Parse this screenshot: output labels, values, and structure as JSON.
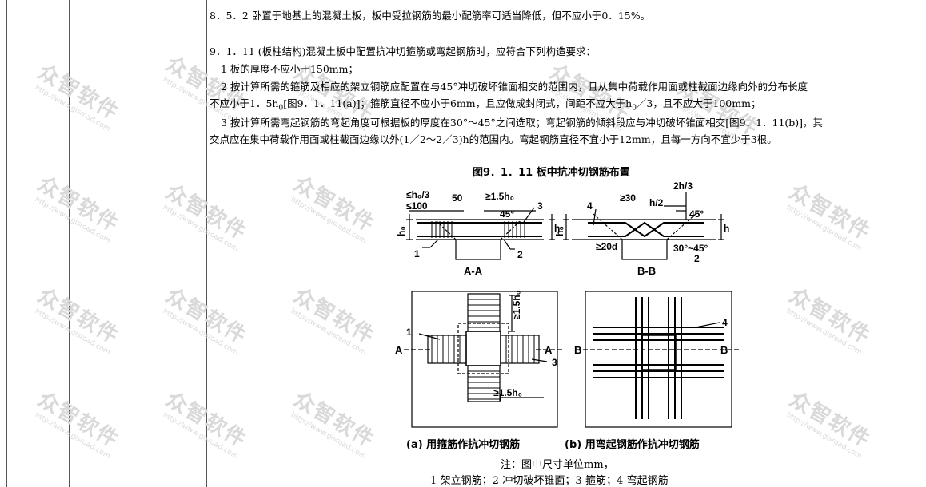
{
  "clauses": {
    "c852": "8．5．2 卧置于地基上的混凝土板，板中受拉钢筋的最小配筋率可适当降低，但不应小于0．15%。",
    "c9111": "9．1．11 (板柱结构)混凝土板中配置抗冲切箍筋或弯起钢筋时，应符合下列构造要求：",
    "item1": "1 板的厚度不应小于150mm；",
    "item2_l1": "2 按计算所需的箍筋及相应的架立钢筋应配置在与45°冲切破坏锥面相交的范围内，且从集中荷载作用面或柱截面边缘向外的分布长度",
    "item2_l2a": "不应小于1．5h",
    "item2_l2b": "0",
    "item2_l2c": "[图9．1．11(a)]；箍筋直径不应小于6mm，且应做成封闭式，间距不应大于h",
    "item2_l2d": "0",
    "item2_l2e": "／3，且不应大于100mm；",
    "item3_l1": "3 按计算所需弯起钢筋的弯起角度可根据板的厚度在30°～45°之间选取；弯起钢筋的倾斜段应与冲切破坏锥面相交[图9．1．11(b)]，其",
    "item3_l2": "交点应在集中荷载作用面或柱截面边缘以外(1／2～2／3)h的范围内。弯起钢筋直径不宜小于12mm，且每一方向不宜少于3根。"
  },
  "figure": {
    "title": "图9．1．11 板中抗冲切钢筋布置",
    "labels": {
      "aa_dim1": "≤h₀/3",
      "aa_dim2": "≤100",
      "aa_dim3": "50",
      "aa_dim4": "≥1.5h₀",
      "aa_angle": "45°",
      "aa_h0": "h₀",
      "aa_h": "h",
      "aa_1": "1",
      "aa_2": "2",
      "aa_3": "3",
      "aa_section": "A-A",
      "bb_4": "4",
      "bb_30": "≥30",
      "bb_23h": "2h/3",
      "bb_h2": "h/2",
      "bb_angle": "45°",
      "bb_h0": "h₀",
      "bb_h": "h",
      "bb_20d": "≥20d",
      "bb_range": "30°~45°",
      "bb_2": "2",
      "bb_section": "B-B",
      "pa_1": "1",
      "pa_3": "3",
      "pa_A": "A",
      "pa_dim_top": "≥1.5h₀",
      "pa_dim_bottom": "≥1.5h₀",
      "pb_4": "4",
      "pb_B": "B"
    },
    "caption_a": "(a) 用箍筋作抗冲切钢筋",
    "caption_b": "(b) 用弯起钢筋作抗冲切钢筋"
  },
  "notes": {
    "line1": "注：图中尺寸单位mm，",
    "line2": "1-架立钢筋；2-冲切破坏锥面；3-箍筋；4-弯起钢筋"
  },
  "watermark": {
    "brand": "众智软件",
    "url": "http://www.gisroad.com"
  }
}
